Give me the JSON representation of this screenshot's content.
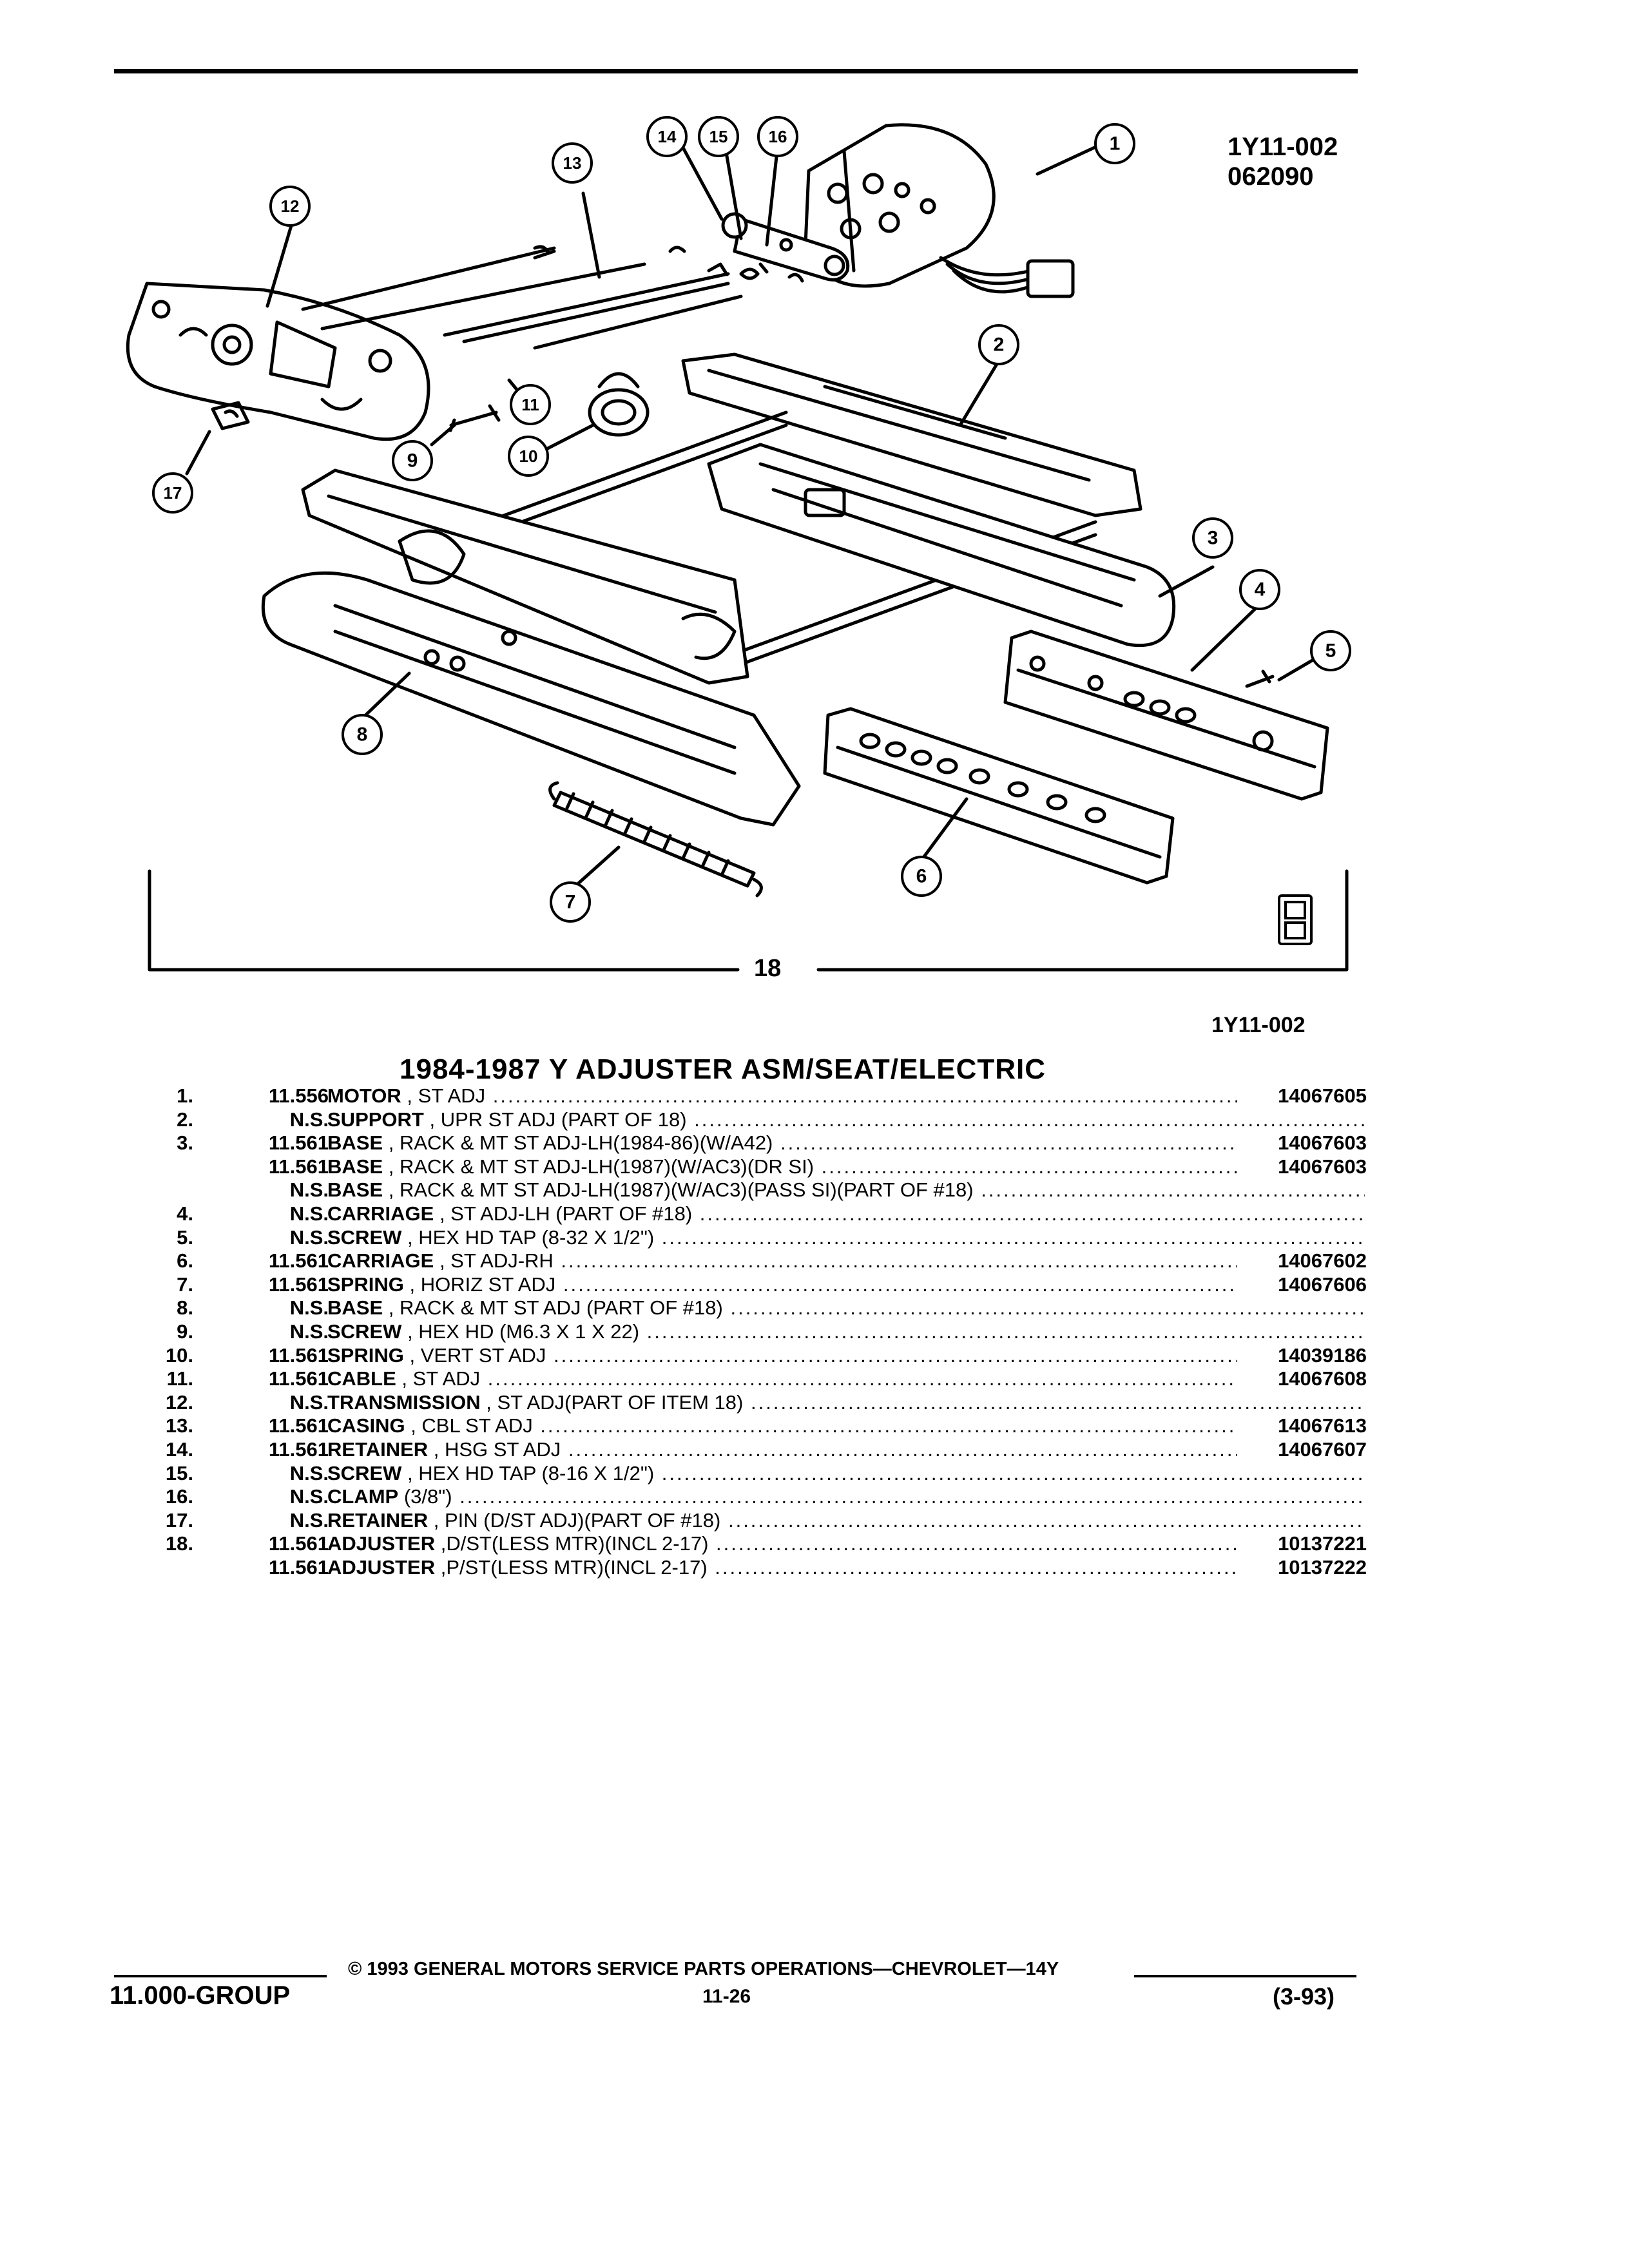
{
  "figure": {
    "ref_code": "1Y11-002",
    "ref_date": "062090",
    "frame_label": "18",
    "ref_below": "1Y11-002",
    "callouts": [
      "1",
      "2",
      "3",
      "4",
      "5",
      "6",
      "7",
      "8",
      "9",
      "10",
      "11",
      "12",
      "13",
      "14",
      "15",
      "16",
      "17"
    ]
  },
  "title": "1984-1987 Y ADJUSTER ASM/SEAT/ELECTRIC",
  "parts": [
    {
      "num": "1.",
      "code": "11.556",
      "name": "MOTOR",
      "spec": " , ST ADJ",
      "pn": "14067605"
    },
    {
      "num": "2.",
      "code": "N.S.",
      "name": "SUPPORT",
      "spec": " , UPR ST ADJ (PART OF 18)",
      "pn": ""
    },
    {
      "num": "3.",
      "code": "11.561",
      "name": "BASE",
      "spec": " , RACK & MT ST ADJ-LH(1984-86)(W/A42)",
      "pn": "14067603"
    },
    {
      "num": "",
      "code": "11.561",
      "name": "BASE",
      "spec": " , RACK & MT ST ADJ-LH(1987)(W/AC3)(DR SI)",
      "pn": "14067603"
    },
    {
      "num": "",
      "code": "N.S.",
      "name": "BASE",
      "spec": " , RACK & MT ST ADJ-LH(1987)(W/AC3)(PASS SI)(PART OF #18)",
      "pn": ""
    },
    {
      "num": "4.",
      "code": "N.S.",
      "name": "CARRIAGE",
      "spec": " , ST ADJ-LH (PART OF #18)",
      "pn": ""
    },
    {
      "num": "5.",
      "code": "N.S.",
      "name": "SCREW",
      "spec": " , HEX HD TAP (8-32 X 1/2\")",
      "pn": ""
    },
    {
      "num": "6.",
      "code": "11.561",
      "name": "CARRIAGE",
      "spec": " , ST ADJ-RH",
      "pn": "14067602"
    },
    {
      "num": "7.",
      "code": "11.561",
      "name": "SPRING",
      "spec": " , HORIZ ST ADJ",
      "pn": "14067606"
    },
    {
      "num": "8.",
      "code": "N.S.",
      "name": "BASE",
      "spec": " , RACK & MT ST ADJ (PART OF #18)",
      "pn": ""
    },
    {
      "num": "9.",
      "code": "N.S.",
      "name": "SCREW",
      "spec": " , HEX HD (M6.3 X 1 X 22)",
      "pn": ""
    },
    {
      "num": "10.",
      "code": "11.561",
      "name": "SPRING",
      "spec": " , VERT ST ADJ",
      "pn": "14039186"
    },
    {
      "num": "11.",
      "code": "11.561",
      "name": "CABLE",
      "spec": " , ST ADJ",
      "pn": "14067608"
    },
    {
      "num": "12.",
      "code": "N.S.",
      "name": "TRANSMISSION",
      "spec": " , ST ADJ(PART OF ITEM 18)",
      "pn": ""
    },
    {
      "num": "13.",
      "code": "11.561",
      "name": "CASING",
      "spec": " , CBL ST ADJ",
      "pn": "14067613"
    },
    {
      "num": "14.",
      "code": "11.561",
      "name": "RETAINER",
      "spec": " , HSG ST ADJ",
      "pn": "14067607"
    },
    {
      "num": "15.",
      "code": "N.S.",
      "name": "SCREW",
      "spec": " , HEX HD TAP (8-16 X 1/2\")",
      "pn": ""
    },
    {
      "num": "16.",
      "code": "N.S.",
      "name": "CLAMP",
      "spec": " (3/8\")",
      "pn": ""
    },
    {
      "num": "17.",
      "code": "N.S.",
      "name": "RETAINER",
      "spec": " , PIN (D/ST ADJ)(PART OF #18)",
      "pn": ""
    },
    {
      "num": "18.",
      "code": "11.561",
      "name": "ADJUSTER",
      "spec": " ,D/ST(LESS MTR)(INCL 2-17)",
      "pn": "10137221"
    },
    {
      "num": "",
      "code": "11.561",
      "name": "ADJUSTER",
      "spec": " ,P/ST(LESS MTR)(INCL 2-17)",
      "pn": "10137222"
    }
  ],
  "footer": {
    "copyright": "© 1993 GENERAL MOTORS SERVICE PARTS OPERATIONS—CHEVROLET—14Y",
    "group": "11.000-GROUP",
    "page": "11-26",
    "date": "(3-93)"
  }
}
